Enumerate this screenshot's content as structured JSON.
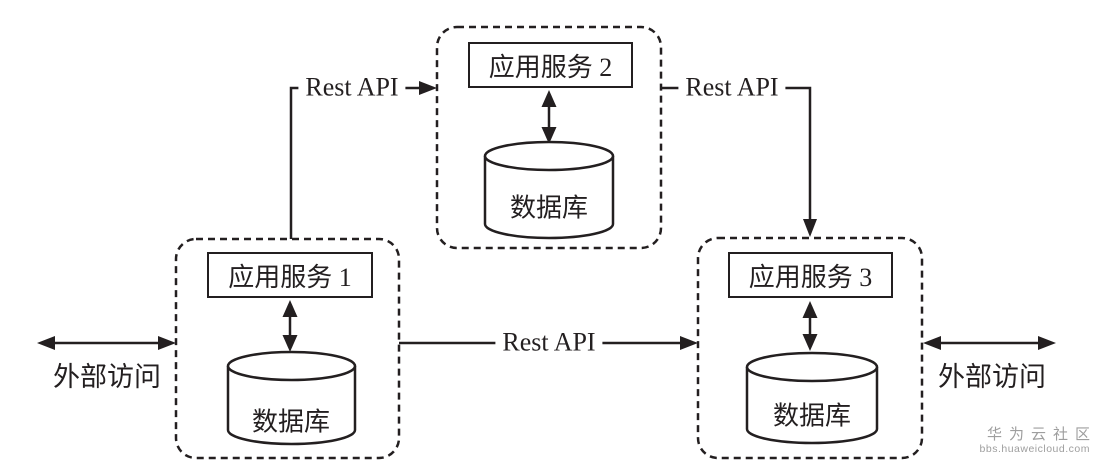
{
  "diagram": {
    "title_implicit": "microservices-rest-api-architecture",
    "services": [
      {
        "name": "应用服务 1",
        "database": "数据库"
      },
      {
        "name": "应用服务 2",
        "database": "数据库"
      },
      {
        "name": "应用服务 3",
        "database": "数据库"
      }
    ],
    "connections": {
      "s1_s2": "Rest API",
      "s2_s3": "Rest API",
      "s1_s3": "Rest API"
    },
    "external": {
      "left": "外部访问",
      "right": "外部访问"
    },
    "colors": {
      "line": "#231f20",
      "background": "#ffffff",
      "watermark": "#9e9e9e"
    }
  },
  "watermark": {
    "title": "华为云社区",
    "url": "bbs.huaweicloud.com"
  }
}
